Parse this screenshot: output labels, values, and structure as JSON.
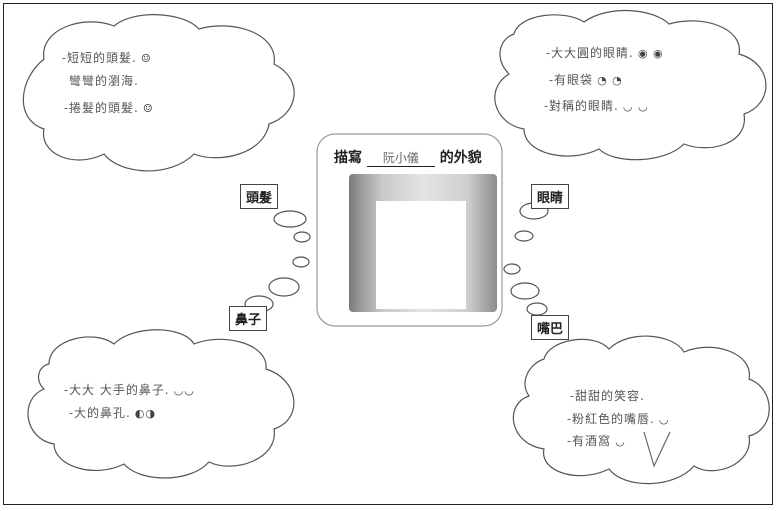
{
  "center": {
    "title_prefix": "描寫",
    "name": "阮小儀",
    "title_suffix": "的外貌"
  },
  "labels": {
    "hair": "頭髮",
    "eyes": "眼睛",
    "nose": "鼻子",
    "mouth": "嘴巴"
  },
  "hair": {
    "lines": [
      "-短短的頭髮.",
      "彎彎的瀏海.",
      "-捲髮的頭髮."
    ],
    "icons": [
      "☺",
      "☺"
    ]
  },
  "eyes": {
    "lines": [
      "-大大圓的眼睛.",
      "-有眼袋",
      "-對稱的眼睛."
    ],
    "icons": [
      "◉ ◉",
      "◔ ◔",
      "◡ ◡"
    ]
  },
  "nose": {
    "lines": [
      "-大大 大手的鼻子.",
      "-大的鼻孔."
    ],
    "icons": [
      "◡◡",
      "◐◑"
    ]
  },
  "mouth": {
    "lines": [
      "-甜甜的笑容.",
      "-粉紅色的嘴唇.",
      "-有酒窩"
    ],
    "icons": [
      "◡",
      "◡"
    ]
  }
}
